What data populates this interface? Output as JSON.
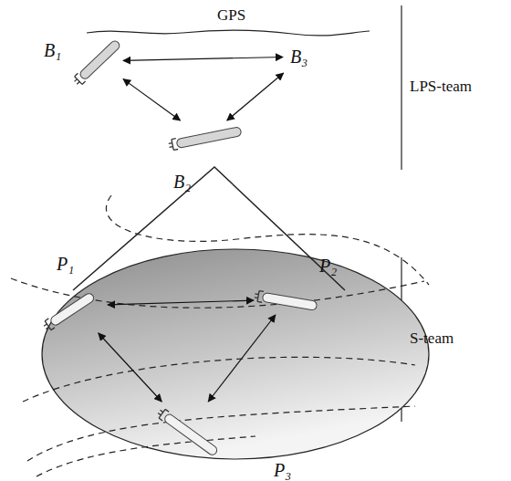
{
  "diagram": {
    "nodes": [
      {
        "text": [
          "B₁"
        ]
      },
      {
        "text": [
          "B₃"
        ]
      },
      {
        "text": [
          "B₂"
        ]
      },
      {
        "text": [
          "P₁"
        ]
      },
      {
        "text": [
          "P₂"
        ]
      },
      {
        "text": [
          "P₃"
        ]
      }
    ],
    "edges": [
      {
        "from": 0,
        "to": 1,
        "arrow": "both"
      },
      {
        "from": 0,
        "to": 2,
        "arrow": "both"
      },
      {
        "from": 2,
        "to": 1,
        "arrow": "both"
      },
      {
        "from": 3,
        "to": 4,
        "arrow": "both"
      },
      {
        "from": 3,
        "to": 5,
        "arrow": "both"
      },
      {
        "from": 4,
        "to": 5,
        "arrow": "both"
      }
    ],
    "labels": [
      "GPS",
      "LPS-team",
      "S-team"
    ]
  }
}
